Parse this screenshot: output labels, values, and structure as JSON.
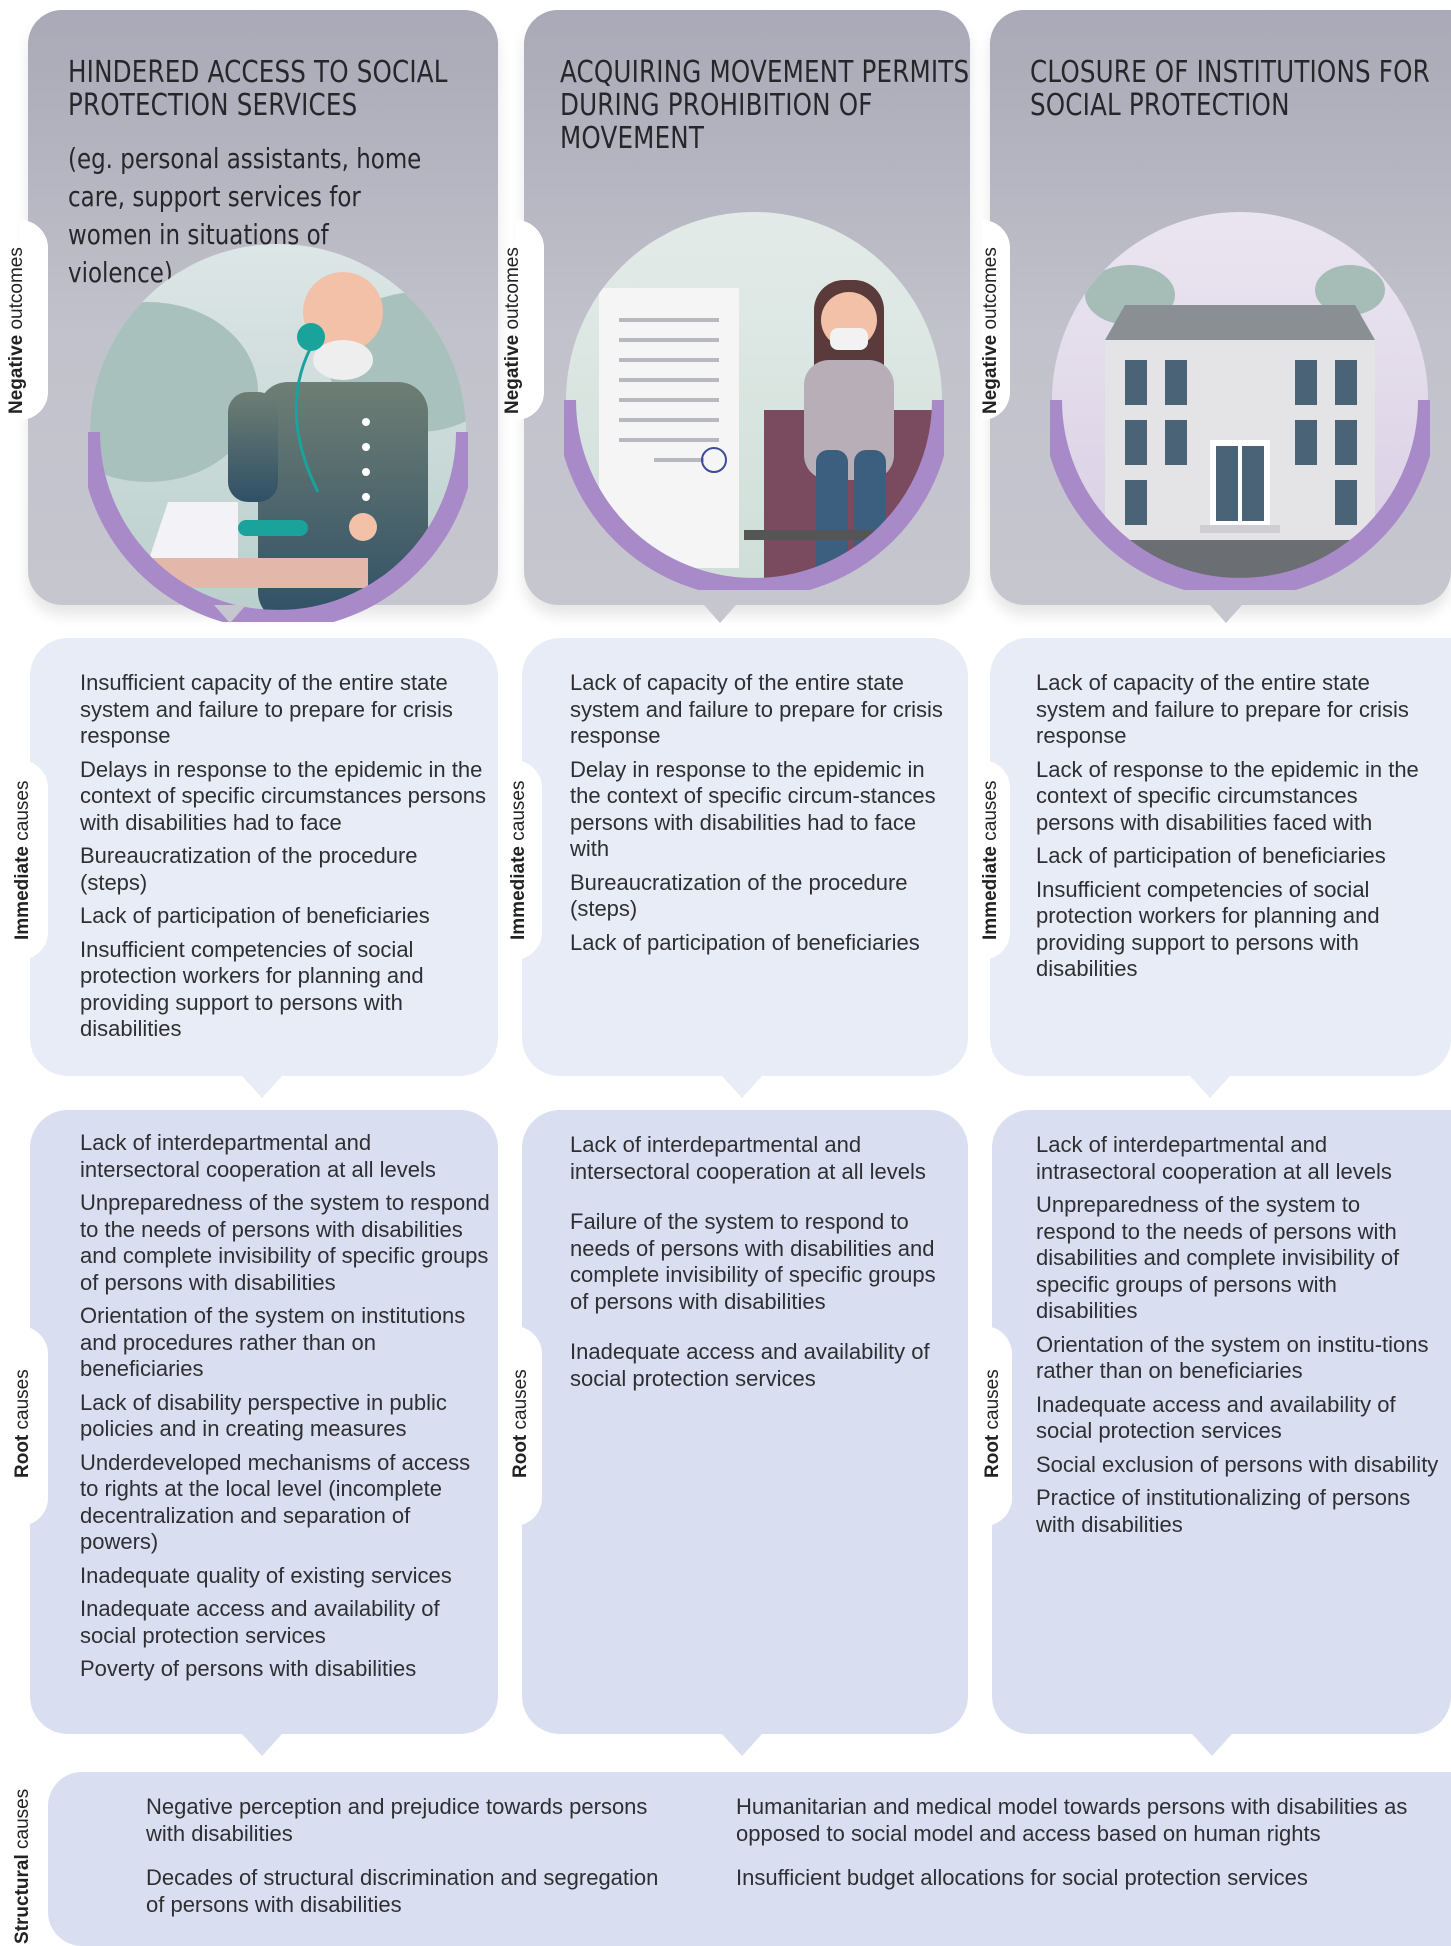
{
  "labels": {
    "negative_bold": "Negative",
    "negative_rest": " outcomes",
    "immediate_bold": "Immediate",
    "immediate_rest": " causes",
    "root_bold": "Root",
    "root_rest": " causes",
    "structural_bold": "Structural",
    "structural_rest": " causes"
  },
  "outcomes": [
    {
      "title": "HINDERED ACCESS TO  SOCIAL PROTECTION SERVICES",
      "subtitle": "(eg. personal assistants, home care, support services for women in situations of violence)",
      "illustration": "elderly-man-on-phone"
    },
    {
      "title": "ACQUIRING MOVEMENT PERMITS DURING PROHIBITION OF MOVEMENT",
      "subtitle": "",
      "illustration": "woman-in-wheelchair-with-document"
    },
    {
      "title": "CLOSURE OF INSTITUTIONS FOR SOCIAL PROTECTION",
      "subtitle": "",
      "illustration": "closed-building"
    }
  ],
  "immediate_causes": [
    [
      "Insufficient capacity of the entire state system and failure to prepare for crisis response",
      "Delays in response to the epidemic in the context of specific circumstances persons with disabilities had to face",
      "Bureaucratization of the procedure (steps)",
      "Lack of participation of beneficiaries",
      "Insufficient competencies of social protection workers for planning and providing support to persons with disabilities"
    ],
    [
      "Lack of capacity of the entire state system and failure to prepare for crisis response",
      "Delay in response to the epidemic in the context of specific circum-stances persons with disabilities had to face with",
      "Bureaucratization of the procedure (steps)",
      "Lack of participation of beneficiaries"
    ],
    [
      "Lack of capacity of the entire state system and failure to prepare for crisis response",
      "Lack of response to the epidemic in the context of  specific circumstances persons with disabilities faced with",
      "Lack of participation of beneficiaries",
      "Insufficient competencies of social protection workers for planning and providing support to persons with disabilities"
    ]
  ],
  "root_causes": [
    [
      "Lack of interdepartmental and intersectoral cooperation at all levels",
      "Unpreparedness of the system to respond to the needs of persons with disabilities and complete invisibility of specific groups of persons with disabilities",
      "Orientation of the system on institutions and procedures rather than on beneficiaries",
      "Lack of disability perspective in public policies and in creating measures",
      "Underdeveloped mechanisms of access to rights at the local level (incomplete decentralization and separation of powers)",
      "Inadequate quality of existing services",
      "Inadequate access and availability of social protection services",
      "Poverty of persons with disabilities"
    ],
    [
      "Lack of interdepartmental and intersectoral cooperation at all levels",
      "Failure of the system to respond to needs of persons with disabilities and complete invisibility of specific groups of persons with disabilities",
      "Inadequate access and availability of social protection services"
    ],
    [
      "Lack of interdepartmental and intrasectoral cooperation at all levels",
      "Unpreparedness of the system to respond to the needs of persons with disabilities and complete invisibility of specific groups of persons with disabilities",
      "Orientation of the system on institu-tions rather than on beneficiaries",
      "Inadequate access and availability of social protection services",
      "Social exclusion of persons with disability",
      "Practice of institutionalizing of persons with disabilities"
    ]
  ],
  "structural_causes": {
    "left": [
      "Negative perception and prejudice towards persons with disabilities",
      "Decades of structural discrimination and segregation of persons with disabilities"
    ],
    "right": [
      "Humanitarian and medical model towards persons with disabilities as opposed to social model and access based on human rights",
      "Insufficient budget allocations for social protection services"
    ]
  },
  "colors": {
    "outcome_card": "#c2c2cc",
    "immediate_box": "#e8ecf6",
    "root_box": "#d9dff0",
    "ring_purple": "#a98ac9"
  }
}
